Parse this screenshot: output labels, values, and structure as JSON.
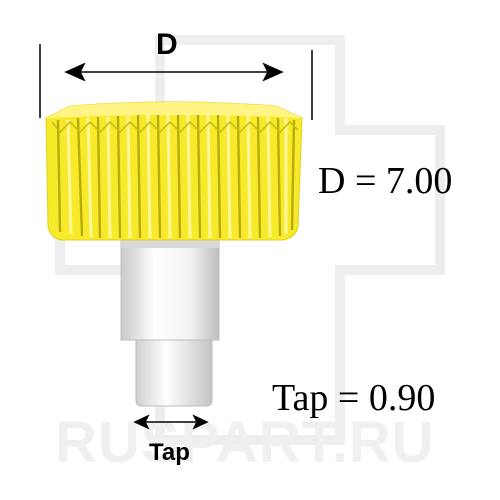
{
  "diagram": {
    "dimension_label_d": "D",
    "dimension_label_tap": "Tap",
    "measurement_d": "D = 7.00",
    "measurement_tap": "Tap = 0.90",
    "watermark_text": "RUSPART.RU"
  },
  "colors": {
    "crown": "#f7ea2a",
    "crown_ridge_dark": "#b8ab0c",
    "crown_ridge_light": "#fff79a",
    "stem_light": "#f6f6f6",
    "stem_shade": "#c8c8c8",
    "watermark": "#efefef",
    "line": "#000000"
  }
}
